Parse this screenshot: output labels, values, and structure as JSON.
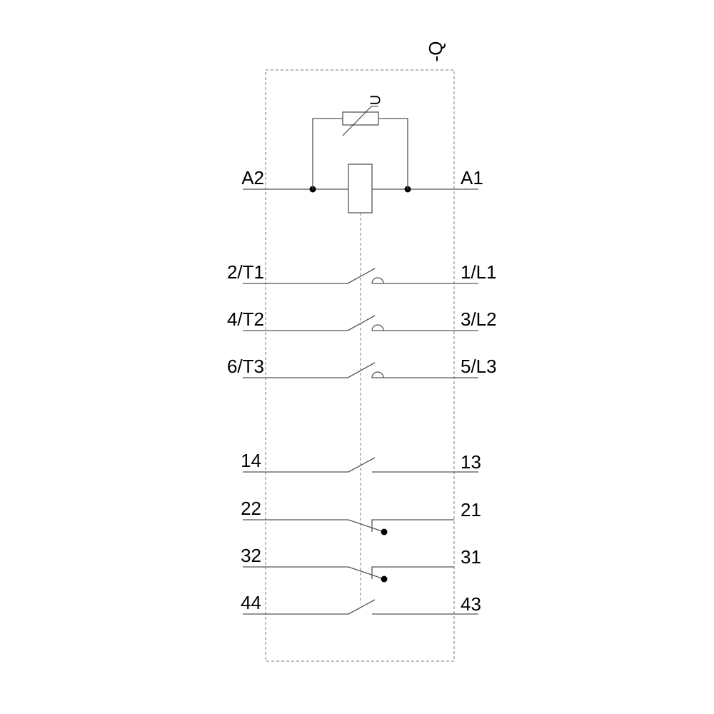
{
  "device_label": "-Q",
  "varistor_label": "U",
  "coil": {
    "left_terminal": "A2",
    "right_terminal": "A1"
  },
  "main_contacts": [
    {
      "left": "2/T1",
      "right": "1/L1"
    },
    {
      "left": "4/T2",
      "right": "3/L2"
    },
    {
      "left": "6/T3",
      "right": "5/L3"
    }
  ],
  "aux_contacts": [
    {
      "left": "14",
      "right": "13",
      "type": "NO"
    },
    {
      "left": "22",
      "right": "21",
      "type": "NC"
    },
    {
      "left": "32",
      "right": "31",
      "type": "NC"
    },
    {
      "left": "44",
      "right": "43",
      "type": "NO"
    }
  ]
}
